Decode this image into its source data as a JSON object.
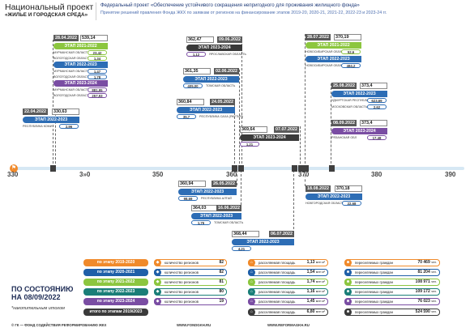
{
  "header": {
    "title": "Национальный проект",
    "subtitle": "«ЖИЛЬЕ И ГОРОДСКАЯ СРЕДА»",
    "federal": "Федеральный проект «Обеспечение устойчивого сокращения  непригодного для проживания жилищного фонда»",
    "principle": "Принятие  решений правления Фонда ЖКХ по заявкам  от регионов на финансирование этапов 2019-20, 2020-21, 2021-22, 2022-23 и 2023-24 гг."
  },
  "colors": {
    "s1921": "#f08a2b",
    "s2021": "#1f5fa8",
    "s2122": "#8cc63f",
    "s2223": "#2d6db5",
    "s2324": "#7a4da3",
    "dark": "#3a3a3a",
    "teal": "#1a7e78",
    "axis": "#d6e8f4"
  },
  "timeline": {
    "ticks": [
      "330",
      "3»0",
      "350",
      "360",
      "370",
      "380",
      "390"
    ],
    "start_icon": "flag-icon"
  },
  "cards": [
    {
      "date": "28.04.2022",
      "value": "539,14",
      "unit": "млн",
      "stage": "ЭТАП 2021-2022",
      "regions": [
        {
          "name": "МУРМАНСКАЯ ОБЛАСТЬ",
          "value": "23,42"
        },
        {
          "name": "ВОЛОГОДСКАЯ ОБЛАСТЬ",
          "value": "1,34"
        }
      ],
      "stage2": "ЭТАП 2022-2023",
      "regions2": [
        {
          "name": "МУРМАНСКАЯ ОБЛАСТЬ",
          "value": "1,47"
        },
        {
          "name": "ВОЛОГОДСКАЯ ОБЛАСТЬ",
          "value": "1,78"
        }
      ],
      "stage3": "ЭТАП 2023-2024",
      "regions3": [
        {
          "name": "МУРМАНСКАЯ ОБЛАСТЬ",
          "value": "881,95"
        },
        {
          "name": "ВОЛОГОДСКАЯ ОБЛАСТЬ",
          "value": "257,93"
        }
      ]
    },
    {
      "date": "22.04.2022",
      "value": "330,63",
      "unit": "млн",
      "stage": "ЭТАП 2022-2023",
      "regions": [
        {
          "name": "РЕСПУБЛИКА КОМИ",
          "value": "2,96"
        }
      ]
    },
    {
      "date": "09.06.2022",
      "value": "362,47",
      "unit": "млн",
      "stage": "ЭТАП 2023-2024",
      "regions": [
        {
          "name": "ЯРОСЛАВСКАЯ ОБЛАСТЬ",
          "value": "1,12"
        }
      ]
    },
    {
      "date": "02.06.2022",
      "value": "361,35",
      "unit": "млн",
      "stage": "ЭТАП 2022-2023",
      "regions": [
        {
          "name": "ТОМСКАЯ ОБЛАСТЬ",
          "value": "405,00"
        }
      ]
    },
    {
      "date": "24.05.2022",
      "value": "360,84",
      "unit": "млн",
      "stage": "ЭТАП 2022-2023",
      "regions": [
        {
          "name": "РЕСПУБЛИКА САХА (ЯКУТИЯ)",
          "value": "35,7"
        }
      ]
    },
    {
      "date": "07.07.2022",
      "value": "369,64",
      "unit": "млн",
      "stage": "ЭТАП 2023-2024",
      "regions": [
        {
          "name": "",
          "value": "1,21"
        }
      ]
    },
    {
      "date": "28.07.2022",
      "value": "370,19",
      "unit": "млн",
      "stage": "ЭТАП 2021-2022",
      "regions": [
        {
          "name": "НОВОСИБИРСКАЯ ОБЛАСТЬ",
          "value": "52,6"
        }
      ],
      "stage2": "ЭТАП 2022-2023",
      "regions2": [
        {
          "name": "НОВОСИБИРСКАЯ ОБЛАСТЬ",
          "value": "484,2"
        }
      ]
    },
    {
      "date": "25.08.2022",
      "value": "373,4",
      "unit": "млн",
      "stage": "ЭТАП 2022-2023",
      "regions": [
        {
          "name": "УДМУРТСКАЯ РЕСПУБЛИКА",
          "value": "623,69"
        },
        {
          "name": "МОСКОВСКАЯ ОБЛАСТЬ",
          "value": "2,62"
        }
      ]
    },
    {
      "date": "08.09.2022",
      "value": "373,4",
      "unit": "млн",
      "stage": "ЭТАП 2023-2024",
      "regions": [
        {
          "name": "РЯЗАНСКАЯ ОБЛ",
          "value": "17,48"
        }
      ]
    },
    {
      "date": "26.05.2022",
      "value": "360,94",
      "unit": "млн",
      "stage": "ЭТАП 2022-2023",
      "regions": [
        {
          "name": "РЕСПУБЛИКА АЛТАЙ",
          "value": "98,69"
        }
      ]
    },
    {
      "date": "16.06.2022",
      "value": "364,03",
      "unit": "млн",
      "stage": "ЭТАП 2022-2023",
      "regions": [
        {
          "name": "ТОМСКАЯ ОБЛАСТЬ",
          "value": "1,76"
        }
      ]
    },
    {
      "date": "06.07.2022",
      "value": "368,44",
      "unit": "млн",
      "stage": "ЭТАП 2022-2023",
      "regions": [
        {
          "name": "",
          "value": "4,21"
        }
      ]
    },
    {
      "date": "18.08.2022",
      "value": "370,18",
      "unit": "млн",
      "stage": "ЭТАП 2022-2023",
      "regions": [
        {
          "name": "НОВГОРОДСКАЯ ОБЛАСТЬ",
          "value": "22,68"
        }
      ]
    }
  ],
  "status": {
    "line1": "ПО СОСТОЯНИЮ",
    "line2": "НА 08/09/2022",
    "note": "*накопительным итогом"
  },
  "summary": {
    "rows": [
      {
        "label": "по этапу 2019-2020",
        "regions": "82",
        "area": "1,13",
        "resettled": "70 469"
      },
      {
        "label": "по этапу 2020-2021",
        "regions": "82",
        "area": "1,54",
        "resettled": "81 204"
      },
      {
        "label": "по этапу 2021-2022",
        "regions": "81",
        "area": "1,74",
        "resettled": "108 971"
      },
      {
        "label": "по этапу 2022-2023",
        "regions": "80",
        "area": "1,16",
        "resettled": "109 172"
      },
      {
        "label": "по этапу 2023-2024",
        "regions": "19",
        "area": "1,45",
        "resettled": "76 023"
      },
      {
        "label": "итого по этапам 2019/2023",
        "regions": "",
        "area": "6,80",
        "resettled": "524 590"
      }
    ],
    "regions_text": "количество регионов",
    "area_text": "расселяемая площадь",
    "area_unit": "млн м²",
    "resettled_text": "переселяемых граждан",
    "resettled_unit": "чел."
  },
  "footer": {
    "left": "© ГК — ФОНД СОДЕЙСТВИЯ РЕФОРМИРОВАНИЮ ЖКХ",
    "mid": "WWW.FONDGKH.RU",
    "right": "WWW.REFORMAGKH.RU"
  }
}
